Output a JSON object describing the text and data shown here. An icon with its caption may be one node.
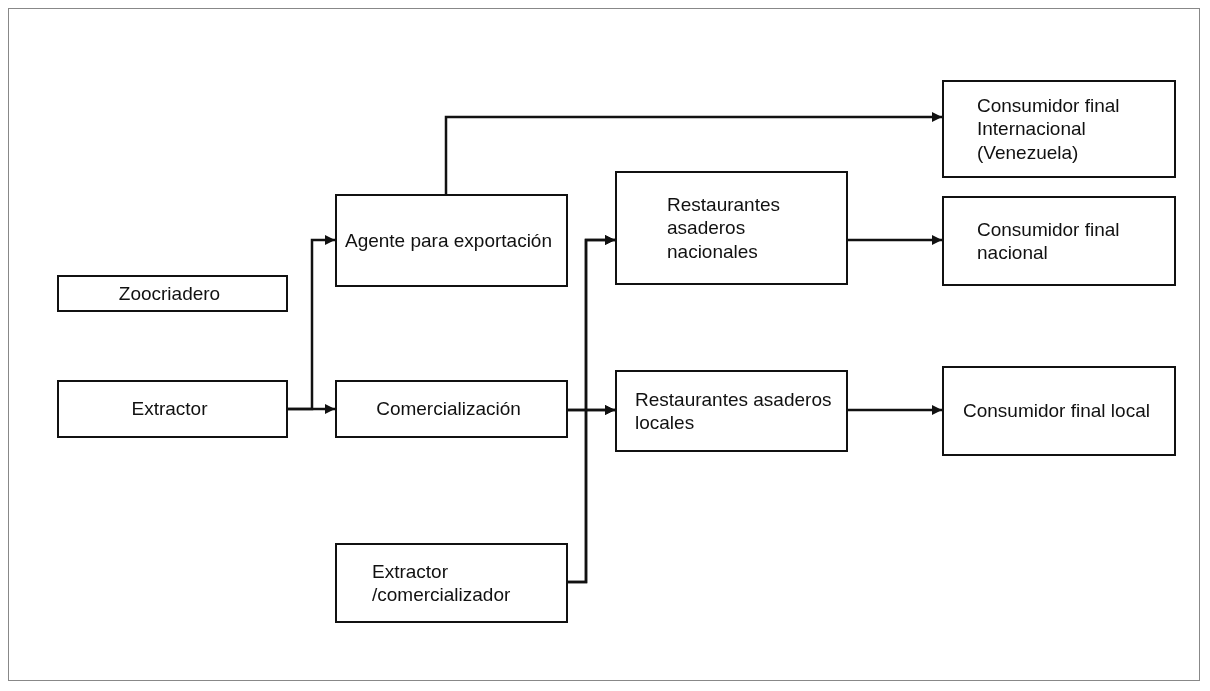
{
  "diagram": {
    "nodes": [
      {
        "text": [
          "Zoocriadero"
        ]
      },
      {
        "text": [
          "Extractor"
        ]
      },
      {
        "text": [
          "Agente para exportación"
        ]
      },
      {
        "text": [
          "Comercialización"
        ]
      },
      {
        "text": [
          "Extractor /comercializador"
        ]
      },
      {
        "text": [
          "Restaurantes asaderos nacionales"
        ]
      },
      {
        "text": [
          "Restaurantes asaderos locales"
        ]
      },
      {
        "text": [
          "Consumidor final Internacional (Venezuela)"
        ]
      },
      {
        "text": [
          "Consumidor final nacional"
        ]
      },
      {
        "text": [
          "Consumidor final local"
        ]
      }
    ],
    "edges": [
      {
        "from": 1,
        "to": 2,
        "arrow": "to"
      },
      {
        "from": 1,
        "to": 3,
        "arrow": "to"
      },
      {
        "from": 2,
        "to": 7,
        "arrow": "to"
      },
      {
        "from": 3,
        "to": 6,
        "arrow": "to"
      },
      {
        "from": 3,
        "to": 5,
        "arrow": "to"
      },
      {
        "from": 4,
        "to": 5,
        "arrow": "to"
      },
      {
        "from": 4,
        "to": 6,
        "arrow": "to"
      },
      {
        "from": 5,
        "to": 8,
        "arrow": "to"
      },
      {
        "from": 6,
        "to": 9,
        "arrow": "to"
      }
    ]
  }
}
